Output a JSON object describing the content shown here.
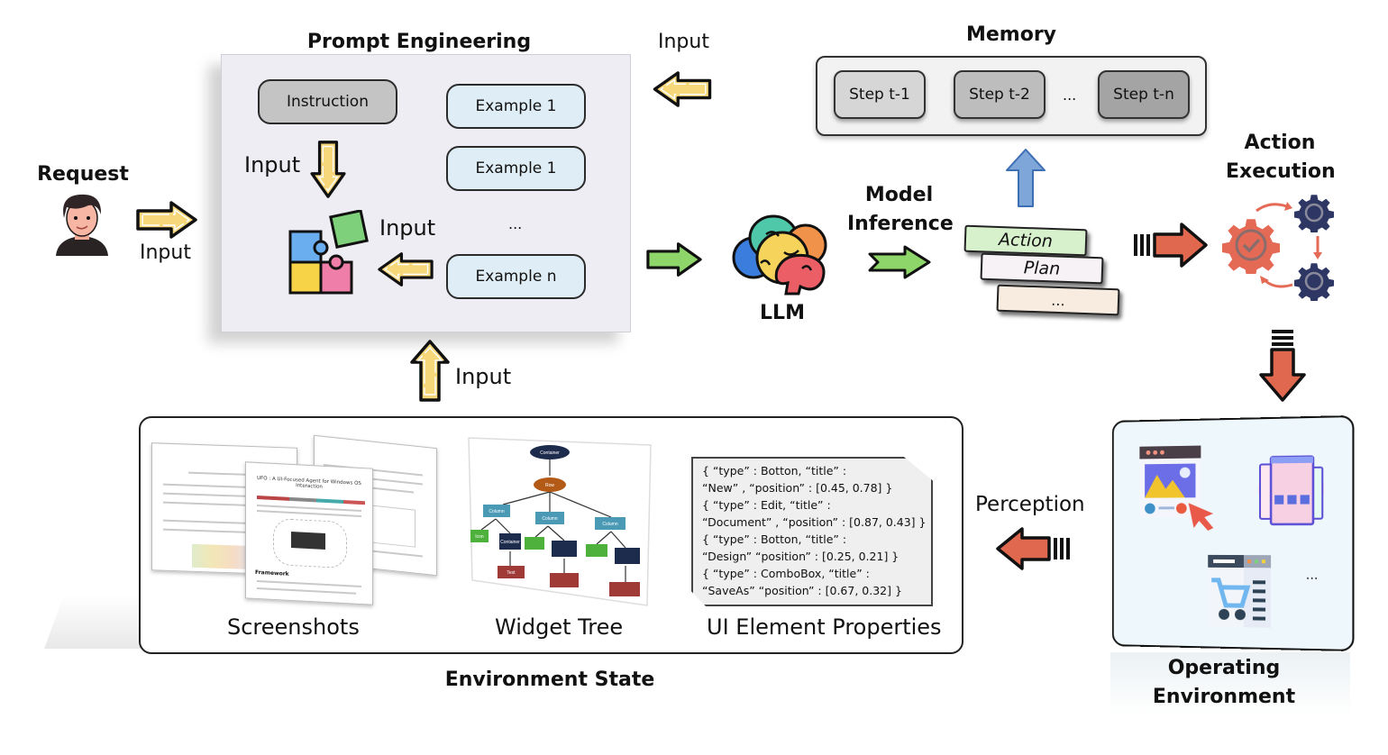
{
  "request": {
    "title": "Request",
    "input_label": "Input"
  },
  "prompt_engineering": {
    "title": "Prompt Engineering",
    "instruction": "Instruction",
    "examples": [
      "Example 1",
      "Example 1",
      "...",
      "Example n"
    ],
    "input_labels": [
      "Input",
      "Input"
    ]
  },
  "memory_input_label": "Input",
  "memory": {
    "title": "Memory",
    "steps": [
      "Step t-1",
      "Step t-2",
      "...",
      "Step t-n"
    ]
  },
  "llm": {
    "label": "LLM"
  },
  "model_inference": {
    "line1": "Model",
    "line2": "Inference"
  },
  "outputs": [
    "Action",
    "Plan",
    "..."
  ],
  "action_execution": {
    "line1": "Action",
    "line2": "Execution"
  },
  "operating_environment": {
    "line1": "Operating",
    "line2": "Environment",
    "ellipsis": "..."
  },
  "perception_label": "Perception",
  "env_input_label": "Input",
  "environment_state": {
    "title": "Environment State",
    "items": [
      "Screenshots",
      "Widget Tree",
      "UI Element Properties"
    ],
    "widget_tree": {
      "root": "Container",
      "row": "Row",
      "columns": [
        "Column",
        "Column",
        "Column"
      ],
      "icon": "Icon",
      "container": "Container",
      "text": "Text"
    },
    "ui_properties": [
      "{ “type” : Botton,  “title” :",
      " “New” , “position” : [0.45, 0.78] }",
      "{ “type” : Edit,  “title” :",
      " “Document” , “position” : [0.87, 0.43] }",
      "{ “type” : Botton,  “title” :",
      " “Design”   “position” : [0.25, 0.21] }",
      "{ “type” : ComboBox,  “title” :",
      " “SaveAs”   “position” : [0.67, 0.32] }"
    ],
    "screenshot_doc_title": "UFO : A UI-Focused Agent for Windows OS Interaction",
    "screenshot_section": "Framework"
  },
  "colors": {
    "yellow_arrow": "#f6d77a",
    "green_arrow": "#8fd66a",
    "blue_arrow": "#7ea6d8",
    "red_arrow": "#e0684e",
    "gear_navy": "#2e3764",
    "gear_red": "#e56a55"
  }
}
